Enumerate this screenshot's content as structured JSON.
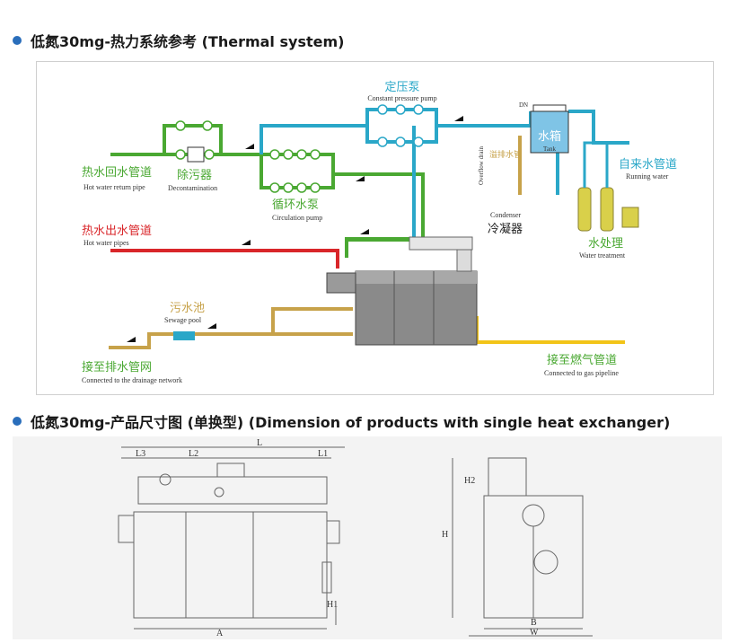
{
  "section1": {
    "title": "低氮30mg-热力系统参考 (Thermal system)"
  },
  "section2": {
    "title": "低氮30mg-产品尺寸图 (单换型) (Dimension of products with single heat exchanger)"
  },
  "diagram": {
    "constant_pressure_pump": {
      "cn": "定压泵",
      "en": "Constant pressure pump"
    },
    "hot_water_return": {
      "cn": "热水回水管道",
      "en": "Hot water return pipe"
    },
    "decontamination": {
      "cn": "除污器",
      "en": "Decontamination"
    },
    "circulation_pump": {
      "cn": "循环水泵",
      "en": "Circulation pump"
    },
    "hot_water_pipes": {
      "cn": "热水出水管道",
      "en": "Hot water pipes"
    },
    "overflow_drain": {
      "cn": "溢排水管",
      "en": "Overflow drain"
    },
    "tank": {
      "cn": "水箱",
      "en": "Tank",
      "dn": "DN"
    },
    "running_water": {
      "cn": "自来水管道",
      "en": "Running water"
    },
    "water_treatment": {
      "cn": "水处理",
      "en": "Water treatment"
    },
    "condenser": {
      "cn": "冷凝器",
      "en": "Condenser"
    },
    "sewage_pool": {
      "cn": "污水池",
      "en": "Sewage pool"
    },
    "drainage": {
      "cn": "接至排水管网",
      "en": "Connected to the drainage network"
    },
    "gas_pipeline": {
      "cn": "接至燃气管道",
      "en": "Connected to gas pipeline"
    },
    "colors": {
      "green": "#4aa832",
      "cyan": "#2aa7c8",
      "red": "#d9262a",
      "tan": "#c7a24a",
      "yellow": "#f2c418"
    }
  },
  "dimensions": {
    "front": {
      "L": "L",
      "L1": "L1",
      "L2": "L2",
      "L3": "L3",
      "H1": "H1",
      "A": "A"
    },
    "side": {
      "H": "H",
      "H2": "H2",
      "B": "B",
      "W": "W"
    }
  }
}
